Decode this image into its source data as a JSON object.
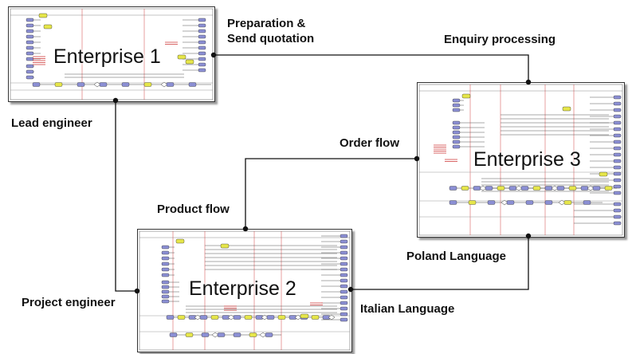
{
  "enterprises": [
    {
      "id": "e1",
      "title": "Enterprise 1"
    },
    {
      "id": "e2",
      "title": "Enterprise 2"
    },
    {
      "id": "e3",
      "title": "Enterprise 3"
    }
  ],
  "labels": {
    "preparation_line1": "Preparation &",
    "preparation_line2": "Send quotation",
    "enquiry": "Enquiry processing",
    "lead_engineer": "Lead engineer",
    "order_flow": "Order flow",
    "product_flow": "Product flow",
    "poland_language": "Poland Language",
    "project_engineer": "Project engineer",
    "italian_language": "Italian Language"
  },
  "colors": {
    "process_box": "#8b8fd4",
    "highlight_box": "#e6e64a",
    "red_line": "#d04040",
    "connector": "#111111",
    "node": "#8b8fd4"
  }
}
